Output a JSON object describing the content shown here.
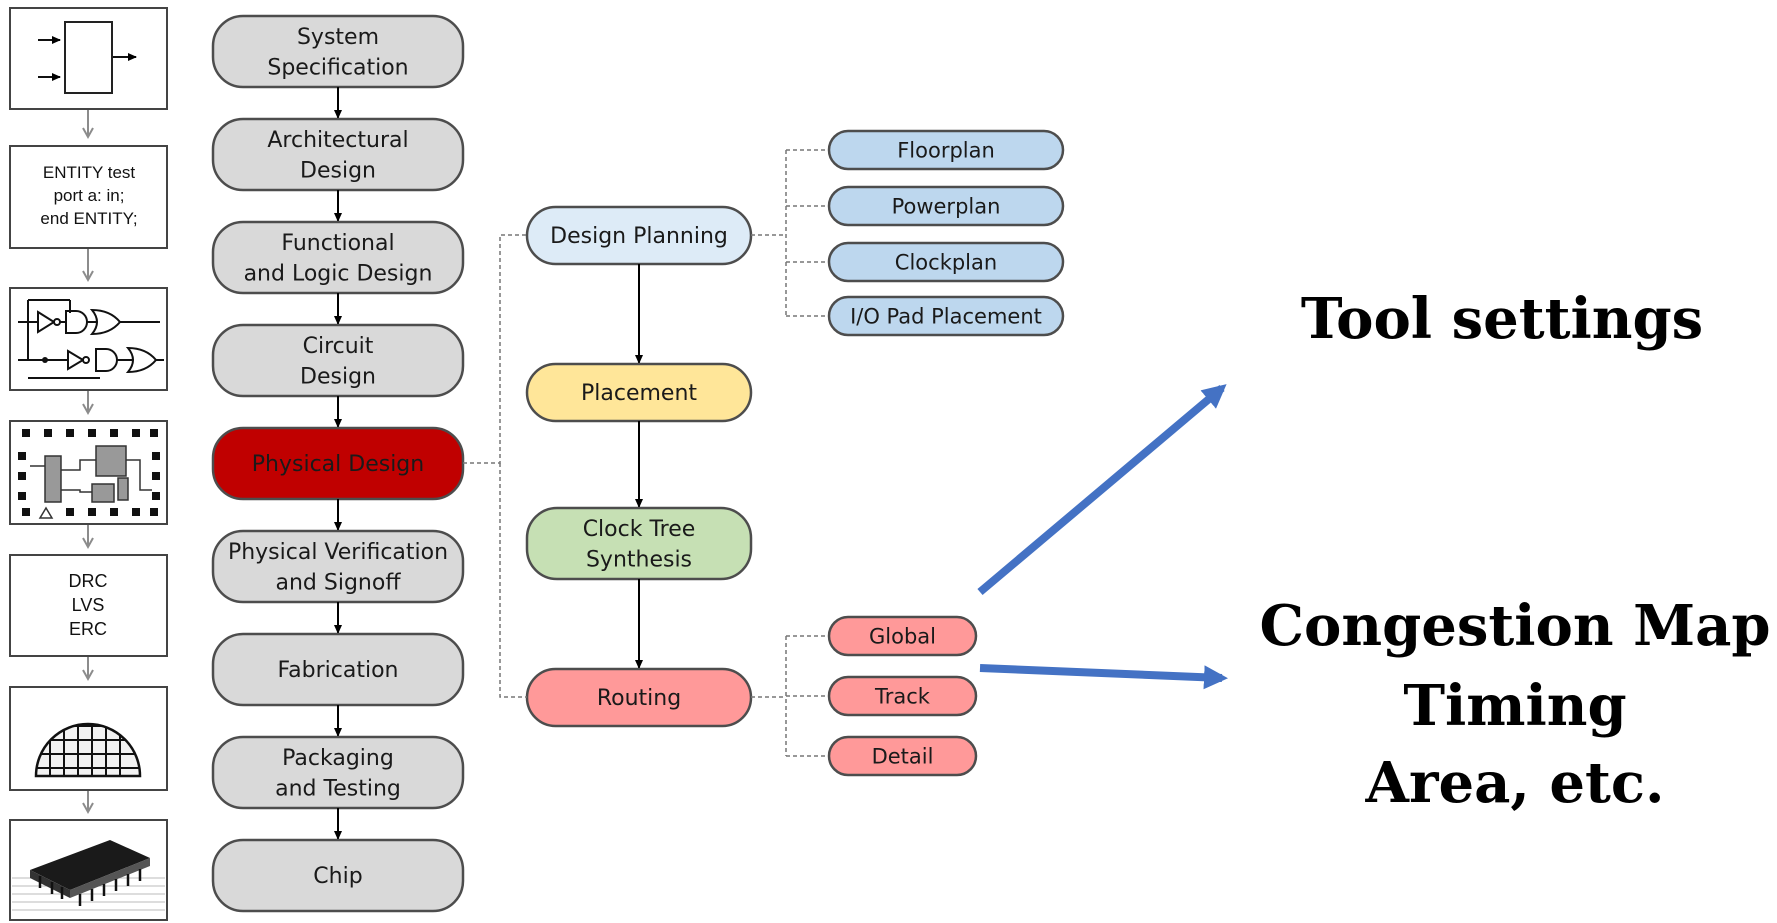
{
  "colors": {
    "gray_fill": "#d9d9d9",
    "red_fill": "#c00000",
    "light_blue_fill": "#ddebf7",
    "blue_fill": "#bdd7ee",
    "yellow_fill": "#ffe699",
    "green_fill": "#c6e0b4",
    "pink_fill": "#ff9999",
    "pill_stroke": "#4d4d4d",
    "arrow_blue": "#4472c4"
  },
  "flow_steps": [
    {
      "lines": [
        "System",
        "Specification"
      ]
    },
    {
      "lines": [
        "Architectural",
        "Design"
      ]
    },
    {
      "lines": [
        "Functional",
        "and Logic Design"
      ]
    },
    {
      "lines": [
        "Circuit",
        "Design"
      ]
    },
    {
      "lines": [
        "Physical Design"
      ]
    },
    {
      "lines": [
        "Physical Verification",
        "and Signoff"
      ]
    },
    {
      "lines": [
        "Fabrication"
      ]
    },
    {
      "lines": [
        "Packaging",
        "and Testing"
      ]
    },
    {
      "lines": [
        "Chip"
      ]
    }
  ],
  "pd_steps": [
    {
      "lines": [
        "Design Planning"
      ]
    },
    {
      "lines": [
        "Placement"
      ]
    },
    {
      "lines": [
        "Clock Tree",
        "Synthesis"
      ]
    },
    {
      "lines": [
        "Routing"
      ]
    }
  ],
  "planning_substeps": [
    "Floorplan",
    "Powerplan",
    "Clockplan",
    "I/O Pad Placement"
  ],
  "routing_substeps": [
    "Global",
    "Track",
    "Detail"
  ],
  "thumbnails": {
    "block_icon": "block-diagram-icon",
    "entity_code": [
      "ENTITY test",
      "port a: in;",
      "end ENTITY;"
    ],
    "logic_icon": "logic-gates-icon",
    "layout_icon": "layout-icon",
    "drc": [
      "DRC",
      "LVS",
      "ERC"
    ],
    "wafer_icon": "wafer-icon",
    "chip_icon": "chip-package-icon"
  },
  "outputs": {
    "tool_settings": "Tool settings",
    "results": [
      "Congestion Map",
      "Timing",
      "Area, etc."
    ]
  }
}
